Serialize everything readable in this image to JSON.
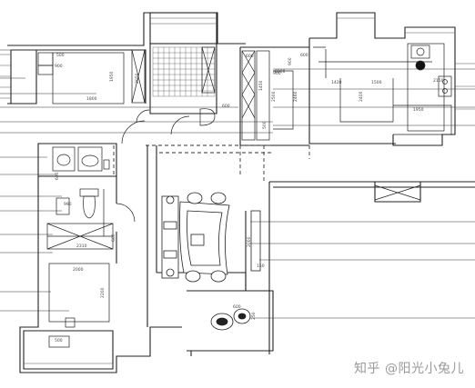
{
  "watermark": "知乎 @阳光小兔儿",
  "dims": {
    "br1_500": "500",
    "br1_900": "900",
    "br1_1950": "1950",
    "br1_1800": "1800",
    "closet_2050": "2050",
    "bath_600": "600",
    "mid_600": "600",
    "mid_900": "900",
    "mid_1450": "1450",
    "mid_2500": "2500",
    "mid_900b": "900",
    "mid_500": "500",
    "mid_8200": "8200",
    "mid_2460": "2460",
    "k_600": "600",
    "k_1420": "1420",
    "k_1500": "1500",
    "k_1950": "1950",
    "k_2150": "2150",
    "k_2400": "2400",
    "wc_630": "630",
    "wc_990": "990",
    "hall_600": "600",
    "hall_2310": "2310",
    "br2_2000": "2000",
    "br2_2200": "2200",
    "br2_500": "500",
    "lr_2000": "2000",
    "lr_150": "150",
    "dn_600": "600",
    "dn_250": "250"
  }
}
